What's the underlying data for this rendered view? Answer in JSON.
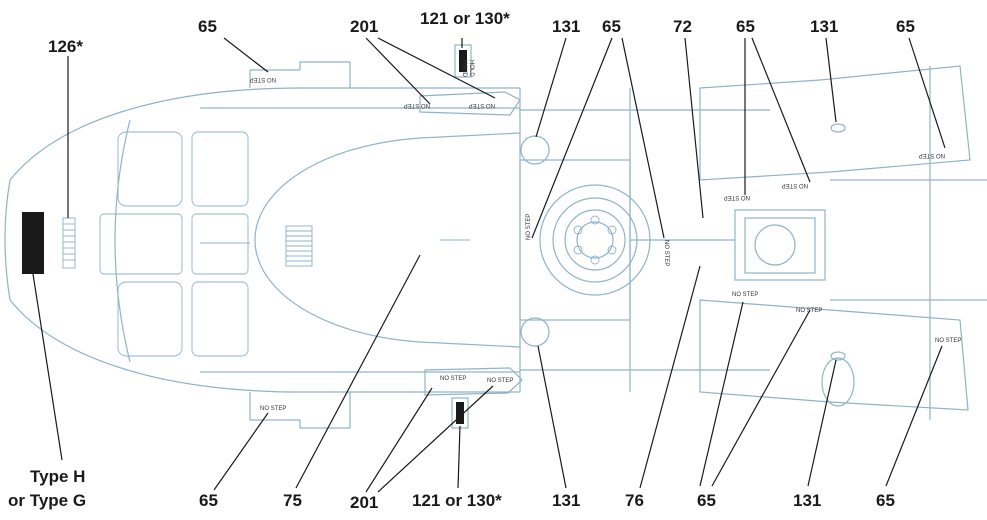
{
  "callouts": {
    "c126": "126*",
    "t65_a": "65",
    "t201": "201",
    "t121_130": "121 or 130*",
    "t131_a": "131",
    "t65_b": "65",
    "t72": "72",
    "t65_c": "65",
    "t131_b": "131",
    "t65_d": "65",
    "type_line1": "Type H",
    "type_line2": "or Type G",
    "b65_a": "65",
    "b75": "75",
    "b201": "201",
    "b121_130": "121 or 130*",
    "b131_a": "131",
    "b76": "76",
    "b65_b": "65",
    "b131_b": "131",
    "b65_c": "65"
  },
  "decals": {
    "no_step": "NO STEP",
    "hand_hold_1": "HAND",
    "hand_hold_2": "HOLD"
  },
  "colors": {
    "outline": "#8fb3c9",
    "leader": "#1a1a1a",
    "type_marking": "#1a1a1a"
  }
}
